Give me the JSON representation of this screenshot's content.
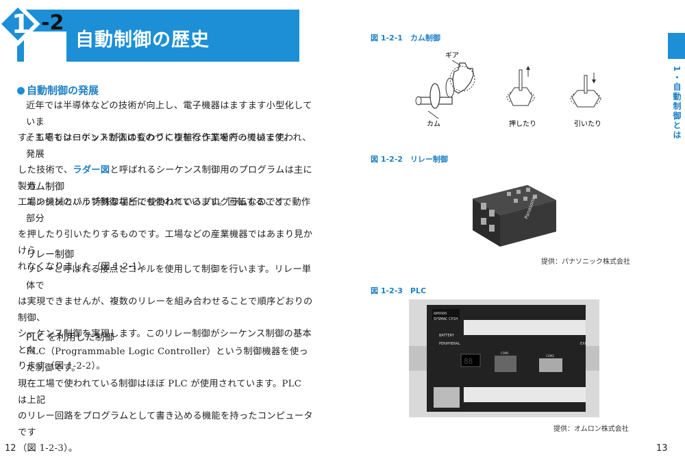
{
  "header": {
    "chapter_num": "1",
    "section_num": "-2",
    "title": "自動制御の歴史"
  },
  "section": {
    "heading": "自動制御の発展"
  },
  "paragraphs": {
    "p1": [
      "近年では半導体などの技術が向上し、電子機器はますます小型化していま",
      "す。工場ではロボットが人の変わりに複雑な作業を行っています。"
    ],
    "p2_l1": "そもそもシーケンス制御はものづくりを行う工場内の機械で使われ、発展",
    "p2_l2a": "した技術で、",
    "p2_l2b": "ラダー図",
    "p2_l2c": "と呼ばれるシーケンス制御用のプログラムは主に製造",
    "p2_l3": "工場の機械という特殊な場所で使われているプログラムなのです。"
  },
  "cam": {
    "heading": "カム制御",
    "lines": [
      "エンジンのバルブ制御などにも使われています。回転することで動作部分",
      "を押したり引いたりするものです。工場などの産業機器ではあまり見かけら",
      "れなくなりました（図 1-2-1）。"
    ]
  },
  "relay": {
    "heading": "リレー制御",
    "lines": [
      "リレーと呼ばれる接点とコイルを使用して制御を行います。リレー単体で",
      "は実現できませんが、複数のリレーを組み合わせることで順序どおりの制御、",
      "シーケンス制御を実現します。このリレー制御がシーケンス制御の基本とな",
      "ります（図 1-2-2）。"
    ]
  },
  "plc": {
    "heading": "PLC を利用した制御",
    "lines": [
      "PLC（Programmable Logic Controller）という制御機器を使った制御です。",
      "現在工場で使われている制御はほぼ PLC が使用されています。PLC は上記",
      "のリレー回路をプログラムとして書き込める機能を持ったコンピュータです",
      "（図 1-2-3）。"
    ]
  },
  "figures": {
    "f1": {
      "caption": "図 1-2-1　カム制御",
      "labels": {
        "gear": "ギア",
        "cam": "カム",
        "push": "押したり",
        "pull": "引いたり"
      }
    },
    "f2": {
      "caption": "図 1-2-2　リレー制御",
      "credit": "提供：パナソニック株式会社",
      "brand": "Panasonic"
    },
    "f3": {
      "caption": "図 1-2-3　PLC",
      "credit": "提供：オムロン株式会社",
      "labels": {
        "brand": "omron",
        "model": "SYSMAC CP1H",
        "battery": "BATTERY",
        "peripheral": "PERIPHERAL",
        "exp": "EXP",
        "com1": "COM1",
        "com2": "COM2"
      }
    }
  },
  "side_tab": {
    "text": "1・自動制御とは"
  },
  "page_numbers": {
    "left": "12",
    "right": "13"
  }
}
